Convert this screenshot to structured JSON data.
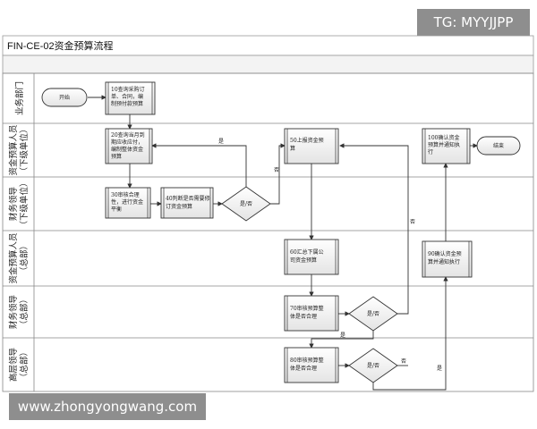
{
  "watermarks": {
    "top": "TG: MYYJJPP",
    "bottom": "www.zhongyongwang.com"
  },
  "title": "FIN-CE-02资金预算流程",
  "lanes": [
    {
      "label": [
        "业务部门"
      ]
    },
    {
      "label": [
        "资金预算人员",
        "（下级单位）"
      ]
    },
    {
      "label": [
        "财务领导",
        "（下级单位）"
      ]
    },
    {
      "label": [
        "资金预算人员",
        "（总部）"
      ]
    },
    {
      "label": [
        "财务领导",
        "（总部）"
      ]
    },
    {
      "label": [
        "高层领导",
        "（总部）"
      ]
    }
  ],
  "nodes": {
    "start": "开始",
    "step10": [
      "10查询采购订",
      "单、合同，编",
      "制预付款预算"
    ],
    "step20": [
      "20查询当月到",
      "期应收应付，",
      "编制整体资金",
      "预算"
    ],
    "step30": [
      "30审核合理",
      "性，进行资金",
      "平衡"
    ],
    "step40": [
      "40判断是否需要修",
      "订资金预算"
    ],
    "decision1": "是/否",
    "step50": [
      "50上报资金预",
      "算"
    ],
    "step60": [
      "60汇总下属公",
      "司资金预算"
    ],
    "step70": [
      "70审核预算整",
      "体是否合理"
    ],
    "decision2": "是/否",
    "step80": [
      "80审核预算整",
      "体是否合理"
    ],
    "decision3": "是/否",
    "step90": [
      "90确认资金预",
      "算并通知执行"
    ],
    "step100": [
      "100确认资金",
      "预算并通知执",
      "行"
    ],
    "end": "结束"
  },
  "edge_labels": {
    "yes_top": "是",
    "no_mid": "否",
    "no_right": "否",
    "yes_d2": "是",
    "no_d3": "否",
    "yes_d3": "是"
  }
}
